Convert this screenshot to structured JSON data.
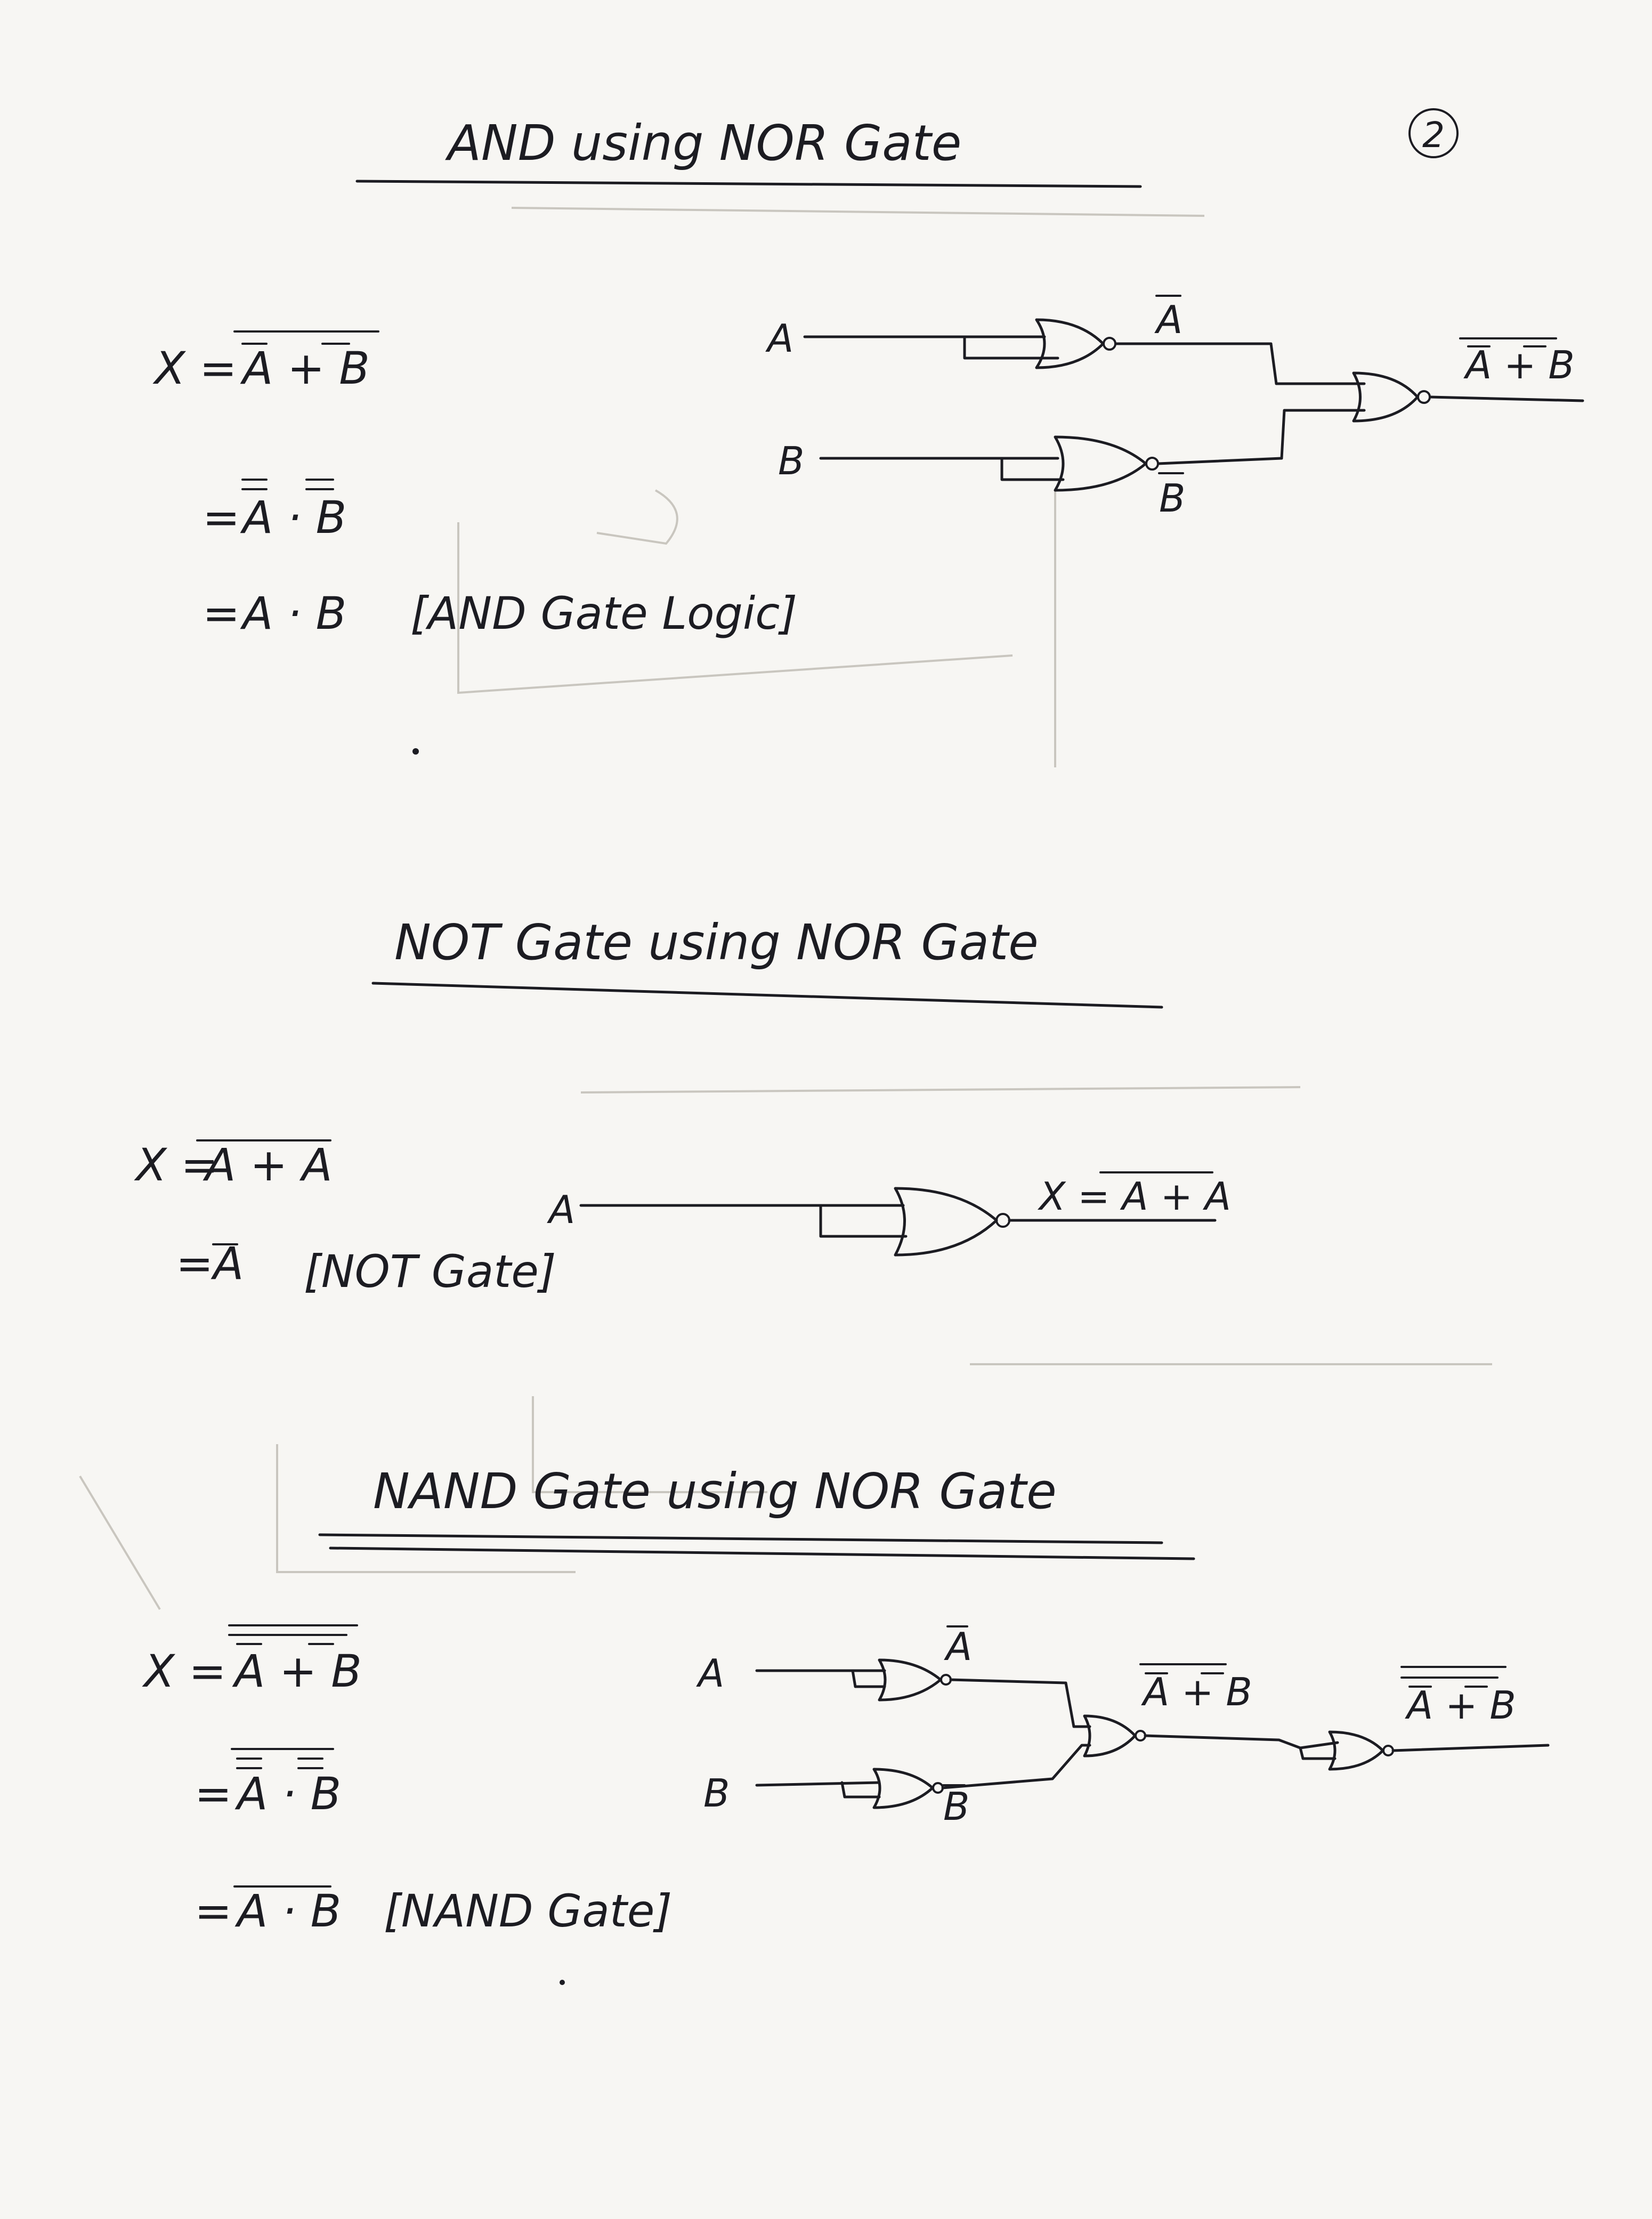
{
  "page_number": "2",
  "sections": [
    {
      "title": "AND using NOR Gate",
      "derivation": [
        "X = A̅ + B̅ (whole bar)",
        "= A̿ · B̿",
        "= A · B"
      ],
      "note": "[AND Gate Logic]",
      "inputs": [
        "A",
        "B"
      ],
      "intermediate": [
        "A̅",
        "B̅"
      ],
      "output": "A̅ + B̅ (whole bar)"
    },
    {
      "title": "NOT Gate using NOR Gate",
      "derivation": [
        "X = A + A (whole bar)",
        "= A̅"
      ],
      "note": "[NOT Gate]",
      "inputs": [
        "A"
      ],
      "output": "X = A + A (whole bar)"
    },
    {
      "title": "NAND Gate using NOR Gate",
      "derivation": [
        "X = A̅ + B̅ (double bar)",
        "= A̿ · B̿ (whole bar)",
        "= A · B (whole bar)"
      ],
      "note": "[NAND Gate]",
      "inputs": [
        "A",
        "B"
      ],
      "intermediate": [
        "A̅",
        "B̅",
        "A̅ + B̅ (whole bar)"
      ],
      "output": "A̅ + B̅ (double bar)"
    }
  ]
}
